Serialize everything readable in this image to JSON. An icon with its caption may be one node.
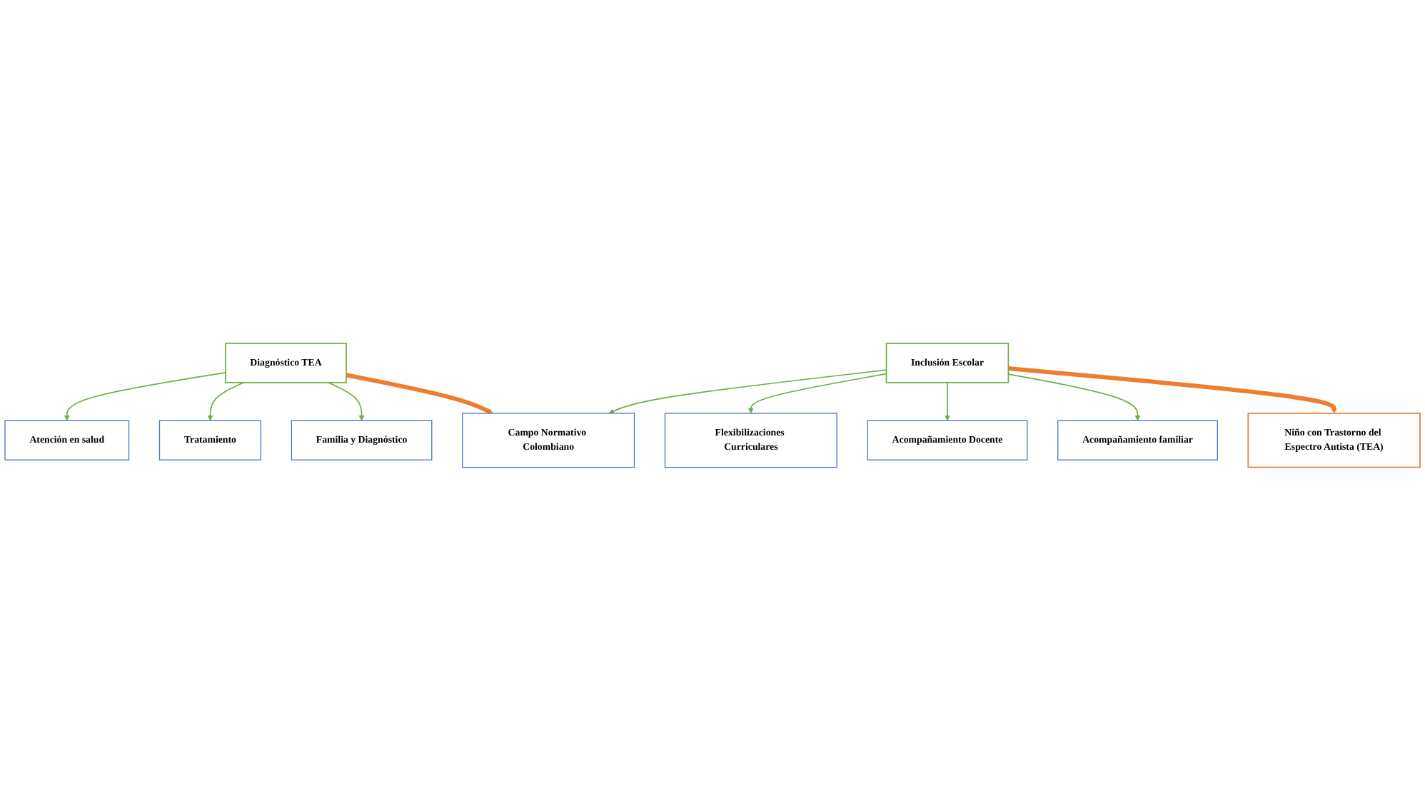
{
  "diagram": {
    "nodes": [
      {
        "text": [
          "Niño con Trastorno del Espectro Autista (TEA)"
        ]
      },
      {
        "text": [
          "Diagnóstico TEA"
        ]
      },
      {
        "text": [
          "Atención en salud"
        ]
      },
      {
        "text": [
          "Tratamiento"
        ]
      },
      {
        "text": [
          "Familia y Diagnóstico"
        ]
      },
      {
        "text": [
          "Inclusión Escolar"
        ]
      },
      {
        "text": [
          "Campo Normativo Colombiano"
        ]
      },
      {
        "text": [
          "Flexibilizaciones Curriculares"
        ]
      },
      {
        "text": [
          "Acompañamiento Docente"
        ]
      },
      {
        "text": [
          "Acompañamiento familiar"
        ]
      }
    ],
    "edges": [
      {
        "from": 1,
        "to": 2,
        "arrow": "to"
      },
      {
        "from": 1,
        "to": 3,
        "arrow": "to"
      },
      {
        "from": 1,
        "to": 4,
        "arrow": "to"
      },
      {
        "from": 5,
        "to": 6,
        "arrow": "to"
      },
      {
        "from": 5,
        "to": 7,
        "arrow": "to"
      },
      {
        "from": 5,
        "to": 8,
        "arrow": "to"
      },
      {
        "from": 5,
        "to": 9,
        "arrow": "to"
      },
      {
        "from": 5,
        "to": 0,
        "arrow": "to",
        "style": "thick",
        "color": "#ed7d31"
      },
      {
        "from": 1,
        "to": 6,
        "arrow": "to",
        "style": "thick",
        "color": "#ed7d31"
      }
    ]
  }
}
